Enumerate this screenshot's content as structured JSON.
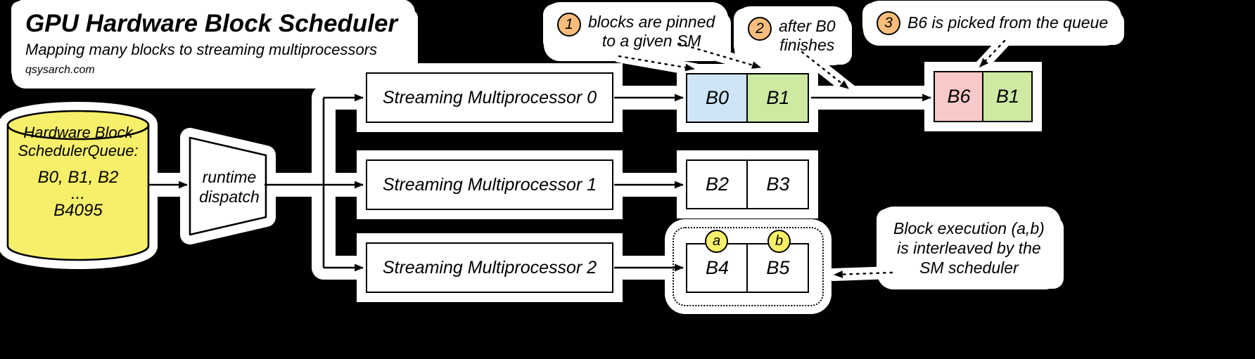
{
  "header": {
    "title": "GPU Hardware Block Scheduler",
    "subtitle": "Mapping many blocks to streaming multiprocessors",
    "watermark": "qsysarch.com"
  },
  "queue": {
    "name_line1": "Hardware Block",
    "name_line2": "SchedulerQueue:",
    "blocks": "B0, B1, B2",
    "ellipsis": "...",
    "last_block": "B4095",
    "fill": "#f6ef6a"
  },
  "dispatch": {
    "line1": "runtime",
    "line2": "dispatch"
  },
  "multiprocessors": [
    {
      "label": "Streaming Multiprocessor 0"
    },
    {
      "label": "Streaming Multiprocessor 1"
    },
    {
      "label": "Streaming Multiprocessor 2"
    }
  ],
  "block_cells": {
    "sm0_pinned": [
      {
        "label": "B0",
        "fill": "#cfe4f7"
      },
      {
        "label": "B1",
        "fill": "#cde9a2"
      }
    ],
    "sm0_after": [
      {
        "label": "B6",
        "fill": "#f9c8c8"
      },
      {
        "label": "B1",
        "fill": "#cde9a2"
      }
    ],
    "sm1": [
      {
        "label": "B2",
        "fill": "#ffffff"
      },
      {
        "label": "B3",
        "fill": "#ffffff"
      }
    ],
    "sm2": [
      {
        "label": "B4",
        "fill": "#ffffff"
      },
      {
        "label": "B5",
        "fill": "#ffffff"
      }
    ]
  },
  "interleave_badges": [
    {
      "label": "a"
    },
    {
      "label": "b"
    }
  ],
  "callouts": [
    {
      "number": "1",
      "line1": "blocks are pinned",
      "line2": "to a given SM"
    },
    {
      "number": "2",
      "line1": "after B0",
      "line2": "finishes"
    },
    {
      "number": "3",
      "line1": "B6 is picked from the queue"
    }
  ],
  "note": {
    "line1": "Block execution (a,b)",
    "line2": "is interleaved by the",
    "line3": "SM scheduler"
  },
  "colors": {
    "callout_fill": "#f8bd7c",
    "badge_fill": "#f6ef6a",
    "stroke": "#000000",
    "halo": "#ffffff",
    "background": "#000000"
  }
}
